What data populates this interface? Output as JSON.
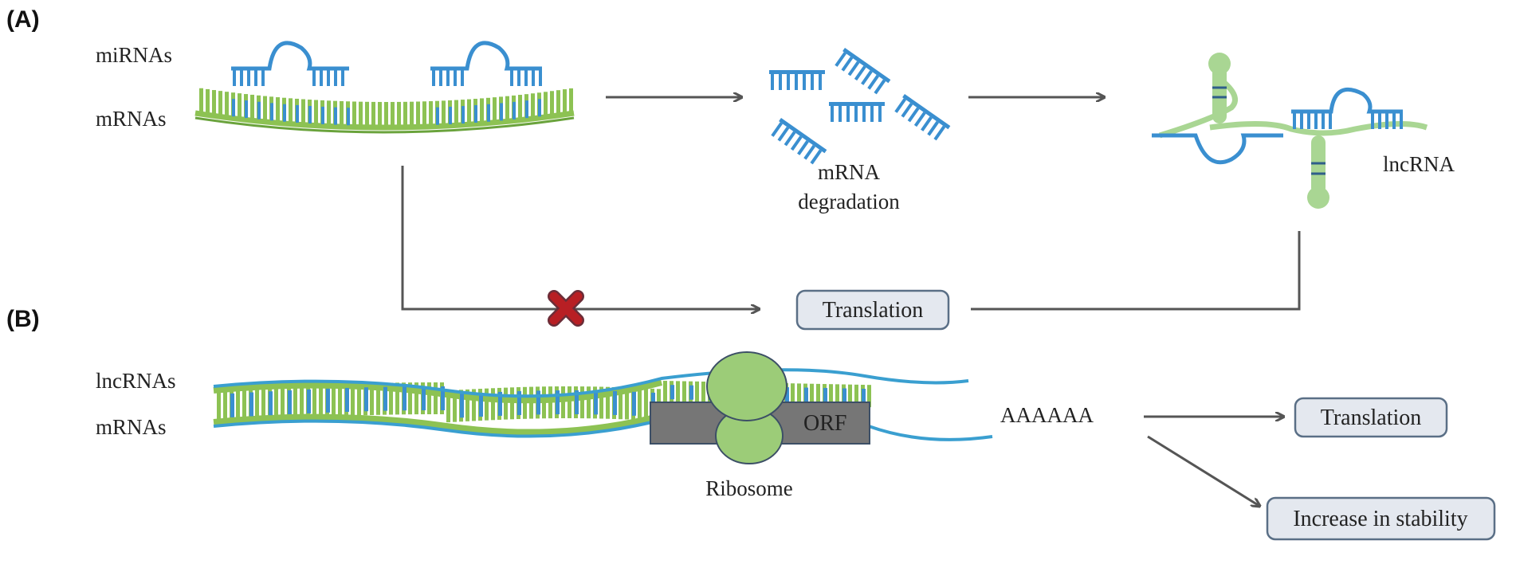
{
  "panels": {
    "a": "(A)",
    "b": "(B)"
  },
  "panel_a": {
    "label_mirnas": "miRNAs",
    "label_mrnas": "mRNAs",
    "degradation_line1": "mRNA",
    "degradation_line2": "degradation",
    "label_lncrna": "lncRNA",
    "translation_box": "Translation",
    "blocked_marker": "red-x-icon"
  },
  "panel_b": {
    "label_lncrnas": "lncRNAs",
    "label_mrnas": "mRNAs",
    "orf": "ORF",
    "ribosome": "Ribosome",
    "polya": "AAAAAA",
    "translation_box": "Translation",
    "stability_box": "Increase in stability"
  },
  "colors": {
    "mirna_blue": "#3a8fd0",
    "mrna_green": "#8dc253",
    "lncrna_green": "#a9d693",
    "ribosome_green": "#9ccc78",
    "orf_gray": "#767676",
    "box_fill": "#e4e8ef",
    "arrow_gray": "#555555",
    "x_red": "#b81f24"
  }
}
